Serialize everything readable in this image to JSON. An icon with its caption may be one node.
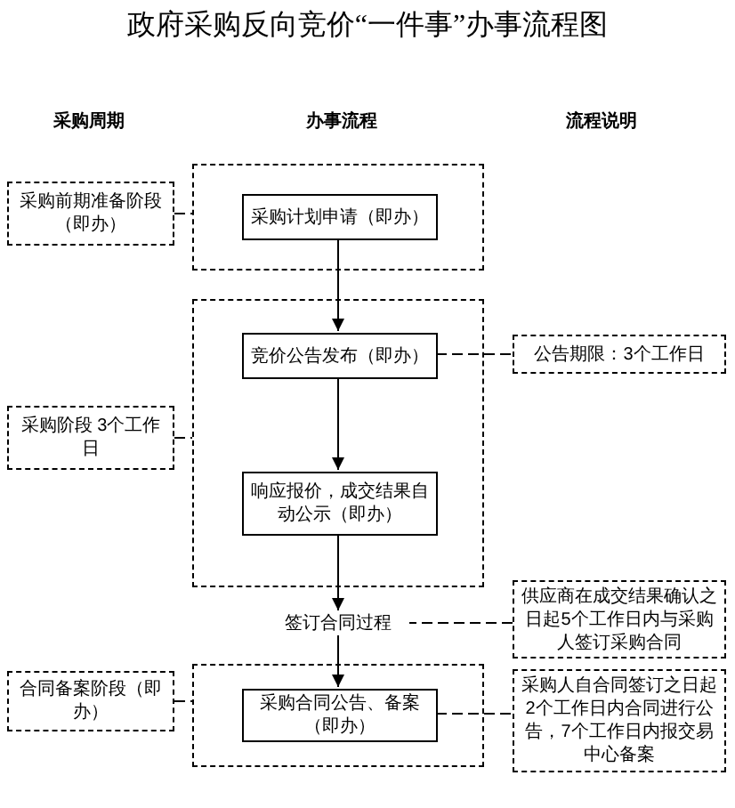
{
  "diagram": {
    "title": "政府采购反向竞价“一件事”办事流程图",
    "nodes": [
      {
        "text": [],
        "shape": "box"
      },
      {
        "text": [
          "采购计划申请（即办）"
        ],
        "in": 0
      },
      {
        "text": [],
        "shape": "box"
      },
      {
        "text": [
          "竞价公告发布（即办）"
        ],
        "in": 2
      },
      {
        "text": [
          "响应报价，成交结果自动公示（即办）"
        ],
        "in": 2
      },
      {
        "text": [
          "签订合同过程"
        ]
      },
      {
        "text": [],
        "shape": "box"
      },
      {
        "text": [
          "采购合同公告、备案（即办）"
        ],
        "in": 6
      },
      {
        "text": [
          "采购前期准备阶段（即办）"
        ]
      },
      {
        "text": [
          "采购阶段 3个工作日"
        ]
      },
      {
        "text": [
          "合同备案阶段（即办）"
        ]
      },
      {
        "text": [
          "公告期限：3个工作日"
        ]
      },
      {
        "text": [
          "供应商在成交结果确认之日起5个工作日内与采购人签订采购合同"
        ]
      },
      {
        "text": [
          "采购人自合同签订之日起2个工作日内合同进行公告，7个工作日内报交易中心备案"
        ]
      }
    ],
    "edges": [
      {
        "from": 1,
        "to": 3,
        "arrow": "to"
      },
      {
        "from": 3,
        "to": 4,
        "arrow": "to"
      },
      {
        "from": 4,
        "to": 5,
        "arrow": "to"
      },
      {
        "from": 5,
        "to": 7,
        "arrow": "to"
      },
      {
        "from": 8,
        "to": 0,
        "arrow": "none",
        "style": "dashed"
      },
      {
        "from": 9,
        "to": 2,
        "arrow": "none",
        "style": "dashed"
      },
      {
        "from": 10,
        "to": 6,
        "arrow": "none",
        "style": "dashed"
      },
      {
        "from": 3,
        "to": 11,
        "arrow": "none",
        "style": "dashed"
      },
      {
        "from": 12,
        "to": 5,
        "arrow": "none",
        "style": "dashed"
      },
      {
        "from": 7,
        "to": 13,
        "arrow": "none",
        "style": "dashed"
      }
    ],
    "labels": [
      "采购周期",
      "办事流程",
      "流程说明"
    ]
  }
}
